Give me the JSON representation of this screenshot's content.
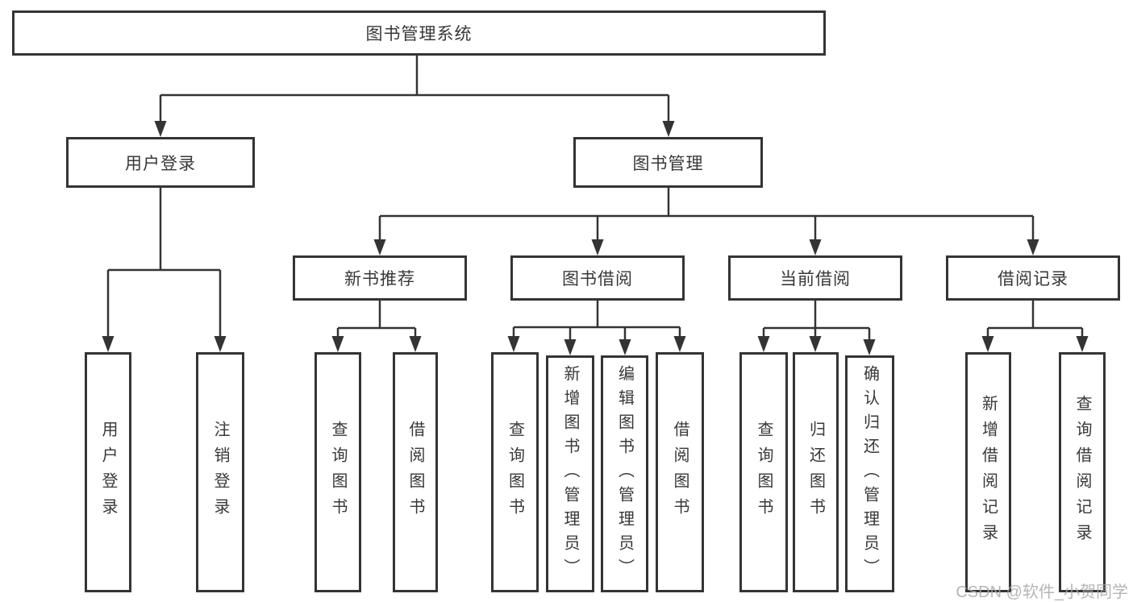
{
  "tree": {
    "label": "图书管理系统",
    "children": [
      {
        "label": "用户登录",
        "children": [
          {
            "label": "用户登录"
          },
          {
            "label": "注销登录"
          }
        ]
      },
      {
        "label": "图书管理",
        "children": [
          {
            "label": "新书推荐",
            "children": [
              {
                "label": "查询图书"
              },
              {
                "label": "借阅图书"
              }
            ]
          },
          {
            "label": "图书借阅",
            "children": [
              {
                "label": "查询图书"
              },
              {
                "label": "新增图书（管理员）"
              },
              {
                "label": "编辑图书（管理员）"
              },
              {
                "label": "借阅图书"
              }
            ]
          },
          {
            "label": "当前借阅",
            "children": [
              {
                "label": "查询图书"
              },
              {
                "label": "归还图书"
              },
              {
                "label": "确认归还（管理员）"
              }
            ]
          },
          {
            "label": "借阅记录",
            "children": [
              {
                "label": "新增借阅记录"
              },
              {
                "label": "查询借阅记录"
              }
            ]
          }
        ]
      }
    ]
  },
  "watermark": {
    "text": "CSDN @软件_小贺同学"
  },
  "colors": {
    "line": "#343434",
    "text": "#383838",
    "watermark": "#a8a8a8",
    "background": "#ffffff"
  }
}
